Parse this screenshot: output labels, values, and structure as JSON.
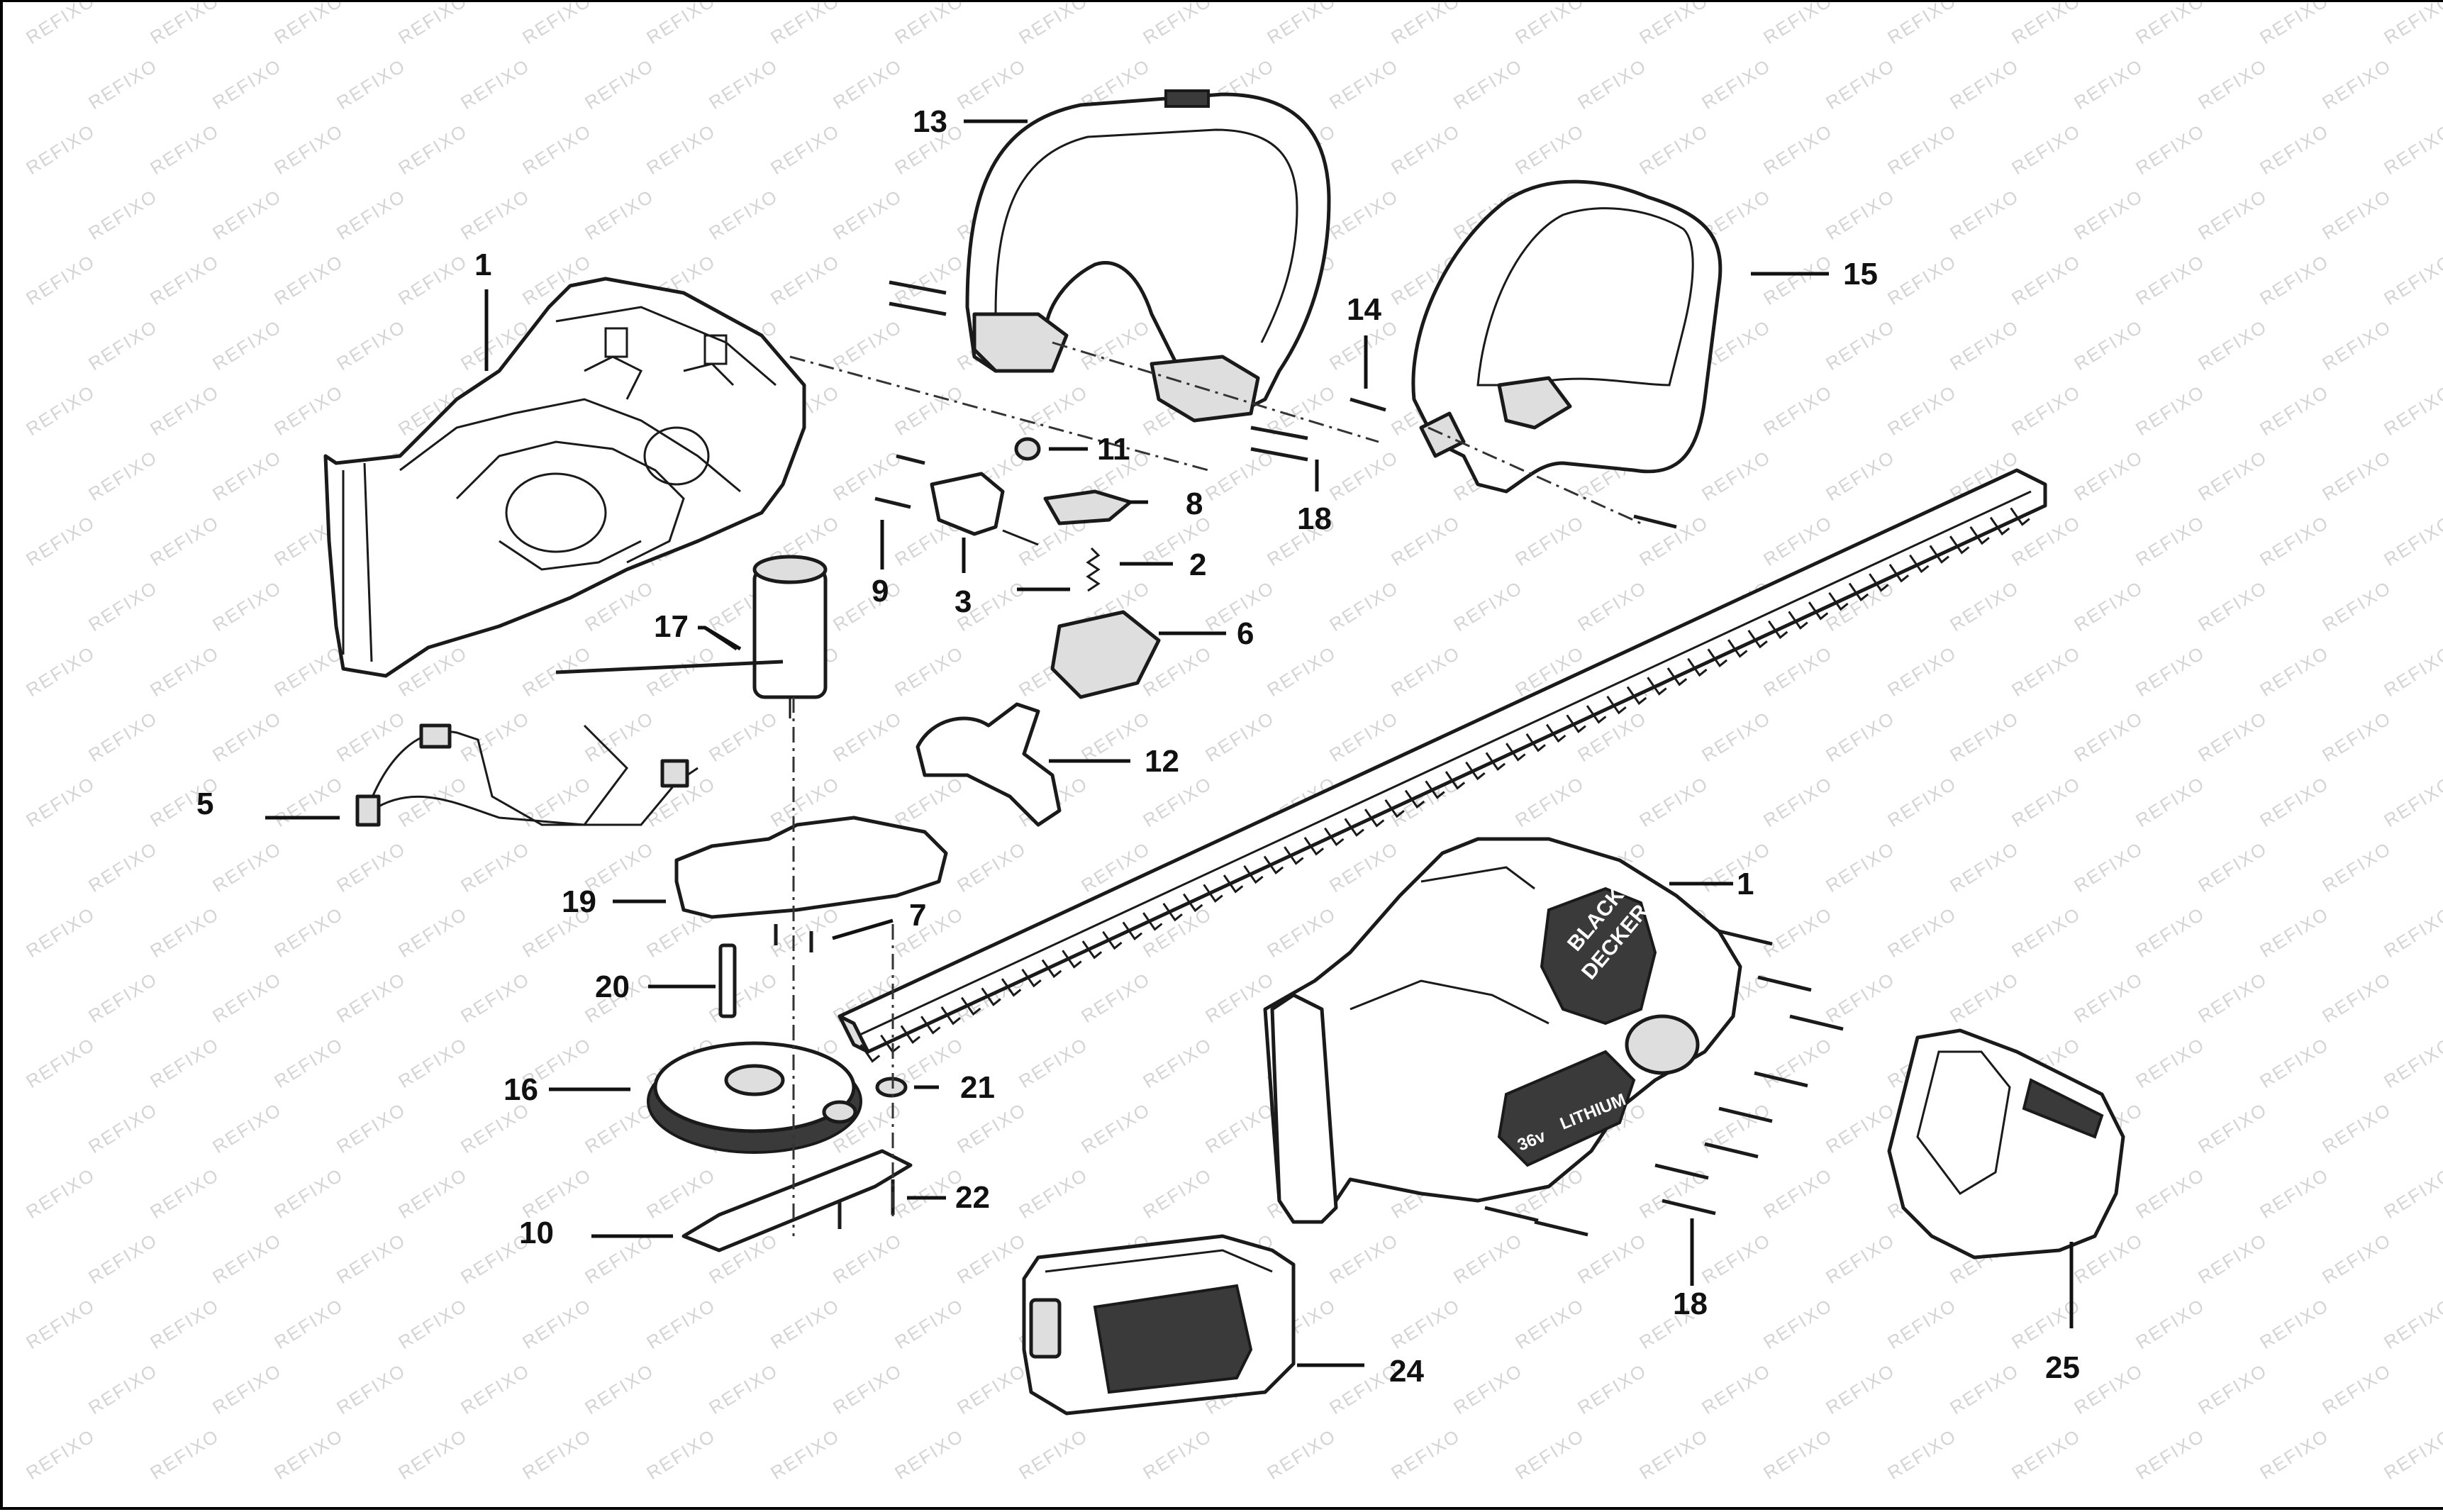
{
  "watermark_text": "REFIXO",
  "brand": {
    "logo_line1": "BLACK+",
    "logo_line2": "DECKER",
    "voltage": "36v",
    "battery_type": "LITHIUM"
  },
  "labels": {
    "p1a": "1",
    "p1b": "1",
    "p2": "2",
    "p3": "3",
    "p5": "5",
    "p6": "6",
    "p7": "7",
    "p8": "8",
    "p9": "9",
    "p10": "10",
    "p11": "11",
    "p12": "12",
    "p13": "13",
    "p14": "14",
    "p15": "15",
    "p16": "16",
    "p17": "17",
    "p18a": "18",
    "p18b": "18",
    "p19": "19",
    "p20": "20",
    "p21": "21",
    "p22": "22",
    "p24": "24",
    "p25": "25"
  }
}
